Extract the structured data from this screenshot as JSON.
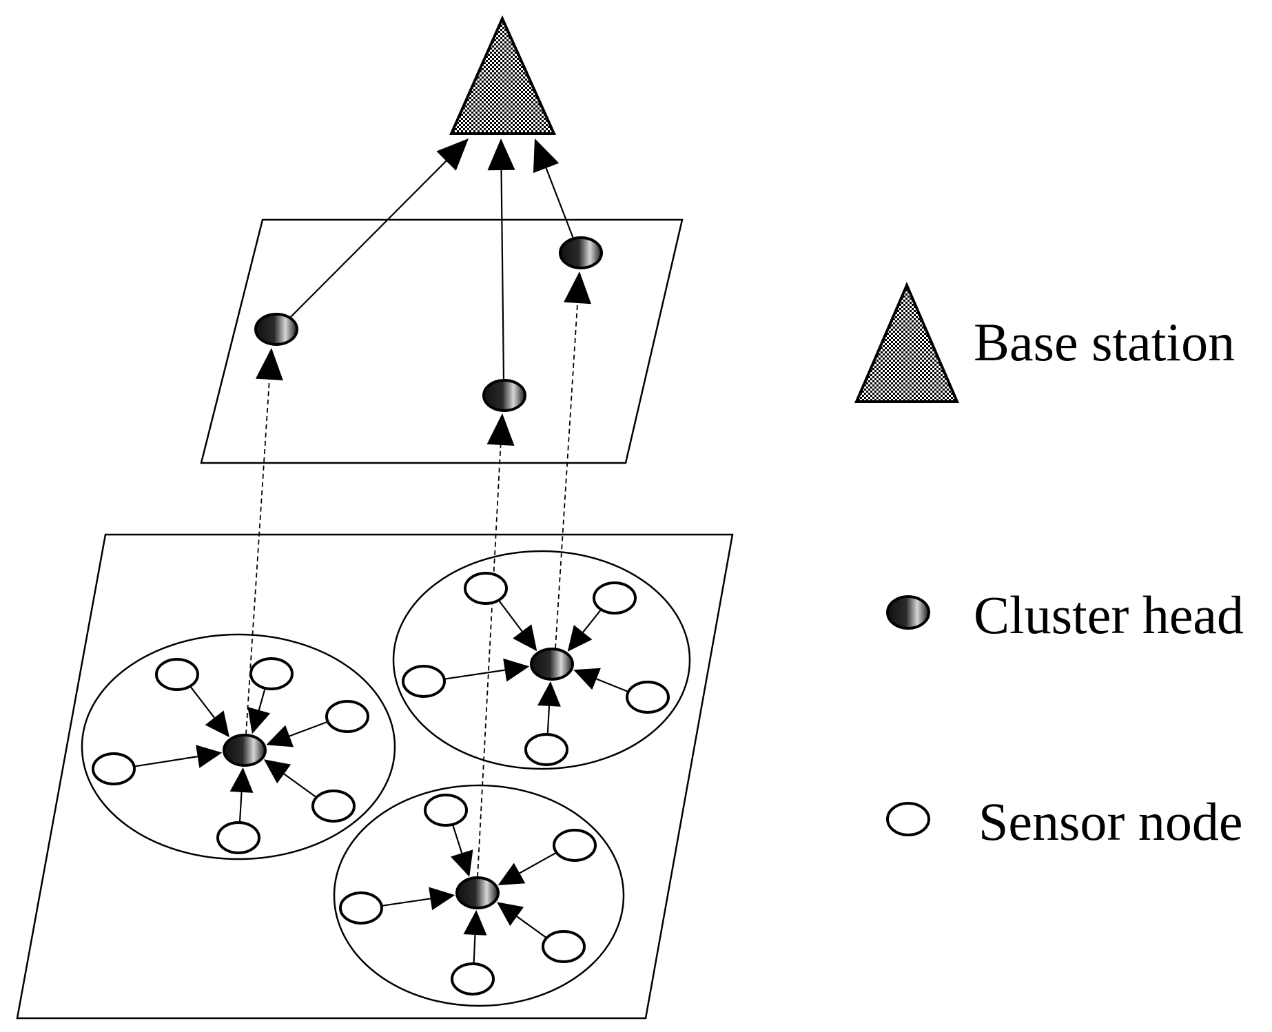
{
  "legend": {
    "base_station": "Base station",
    "cluster_head": "Cluster head",
    "sensor_node": "Sensor node"
  },
  "colors": {
    "stroke": "#000000",
    "sensor_fill": "#ffffff",
    "cluster_head_dark": "#111111",
    "cluster_head_light": "#bdbdbd",
    "base_station_pattern_dark": "#000000",
    "base_station_pattern_light": "#ffffff"
  }
}
